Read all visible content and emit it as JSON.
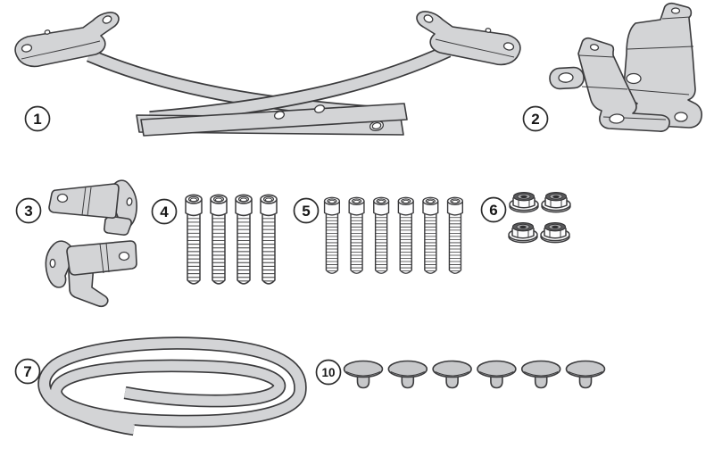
{
  "diagram": {
    "background": "#ffffff",
    "colors": {
      "background": "#ffffff",
      "part_fill": "#d3d4d6",
      "cap_fill": "#c7c8ca",
      "outline": "#3b3b3d",
      "nut_insert": "#59595b"
    },
    "labels": {
      "p1": "1",
      "p2": "2",
      "p3": "3",
      "p4": "4",
      "p5": "5",
      "p6": "6",
      "p7": "7",
      "p10": "10"
    },
    "hardware": {
      "screws_long": {
        "qty": 4
      },
      "screws_short": {
        "qty": 6
      },
      "flange_nuts": {
        "qty": 4
      },
      "caps": {
        "qty": 6
      }
    }
  }
}
